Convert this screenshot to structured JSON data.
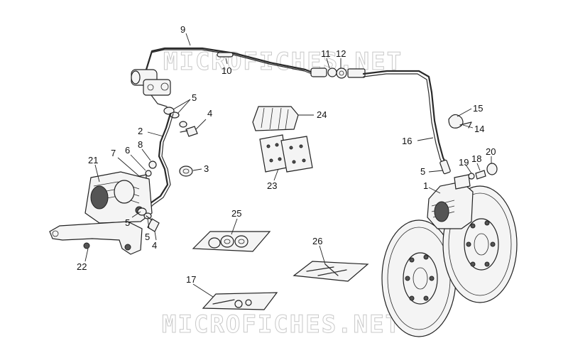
{
  "watermark": {
    "text": "MICROFICHES.NET"
  },
  "callouts": {
    "c1": "1",
    "c2": "2",
    "c3": "3",
    "c4a": "4",
    "c4b": "4",
    "c5a": "5",
    "c5b": "5",
    "c5c": "5",
    "c5d": "5",
    "c6": "6",
    "c7": "7",
    "c8": "8",
    "c9": "9",
    "c10": "10",
    "c11": "11",
    "c12": "12",
    "c14": "14",
    "c15": "15",
    "c16": "16",
    "c17": "17",
    "c18": "18",
    "c19": "19",
    "c20": "20",
    "c21": "21",
    "c22": "22",
    "c23": "23",
    "c24": "24",
    "c25": "25",
    "c26": "26"
  }
}
